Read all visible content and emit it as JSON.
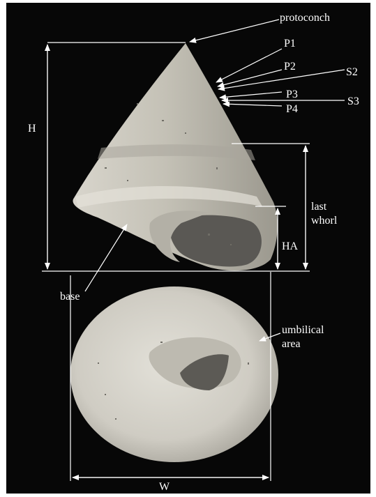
{
  "figure": {
    "background_color": "#070707",
    "annotation_color": "#ffffff",
    "shell_color": "#c9c6bb"
  },
  "labels": {
    "protoconch": "protoconch",
    "p1": "P1",
    "p2": "P2",
    "s2": "S2",
    "p3": "P3",
    "s3": "S3",
    "p4": "P4",
    "h": "H",
    "last_whorl_line1": "last",
    "last_whorl_line2": "whorl",
    "ha": "HA",
    "base": "base",
    "umbilical_line1": "umbilical",
    "umbilical_line2": "area",
    "w": "W"
  }
}
